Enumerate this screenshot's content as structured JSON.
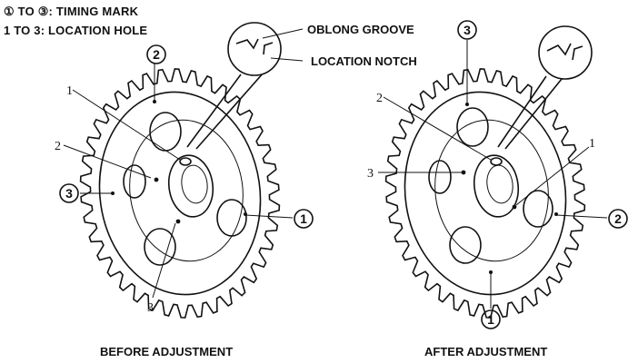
{
  "legend": {
    "timing_mark_line": "① TO ③: TIMING MARK",
    "location_hole_line": "1 TO 3: LOCATION HOLE"
  },
  "callouts": {
    "oblong_groove": "OBLONG GROOVE",
    "location_notch": "LOCATION NOTCH"
  },
  "before": {
    "caption": "BEFORE ADJUSTMENT",
    "timing_marks": [
      "1",
      "2",
      "3"
    ],
    "location_holes": [
      "1",
      "2",
      "3"
    ]
  },
  "after": {
    "caption": "AFTER ADJUSTMENT",
    "timing_marks": [
      "1",
      "2",
      "3"
    ],
    "location_holes": [
      "1",
      "2",
      "3"
    ]
  }
}
